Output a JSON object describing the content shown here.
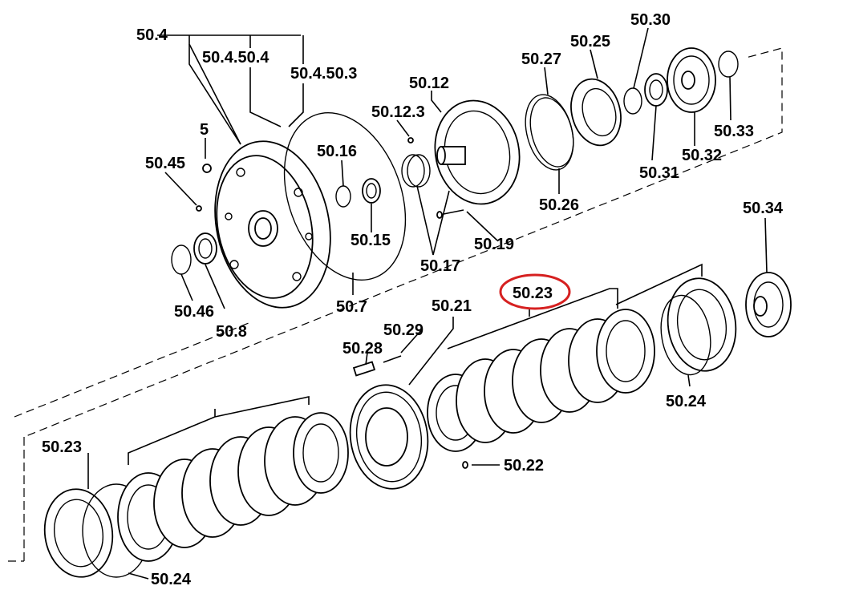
{
  "labels": {
    "l_50_4": "50.4",
    "l_50_4_50_4": "50.4.50.4",
    "l_50_4_50_3": "50.4.50.3",
    "l_5": "5",
    "l_50_45": "50.45",
    "l_50_16": "50.16",
    "l_50_12": "50.12",
    "l_50_12_3": "50.12.3",
    "l_50_15": "50.15",
    "l_50_27": "50.27",
    "l_50_25": "50.25",
    "l_50_30": "50.30",
    "l_50_33": "50.33",
    "l_50_32": "50.32",
    "l_50_31": "50.31",
    "l_50_26": "50.26",
    "l_50_19": "50.19",
    "l_50_17": "50.17",
    "l_50_7": "50.7",
    "l_50_46": "50.46",
    "l_50_8": "50.8",
    "l_50_34": "50.34",
    "l_50_23_top": "50.23",
    "l_50_21": "50.21",
    "l_50_29": "50.29",
    "l_50_28": "50.28",
    "l_50_24_right": "50.24",
    "l_50_22": "50.22",
    "l_50_23_left": "50.23",
    "l_50_24_bottom": "50.24"
  },
  "highlight": {
    "target_label": "50.23",
    "color": "#d62020"
  }
}
